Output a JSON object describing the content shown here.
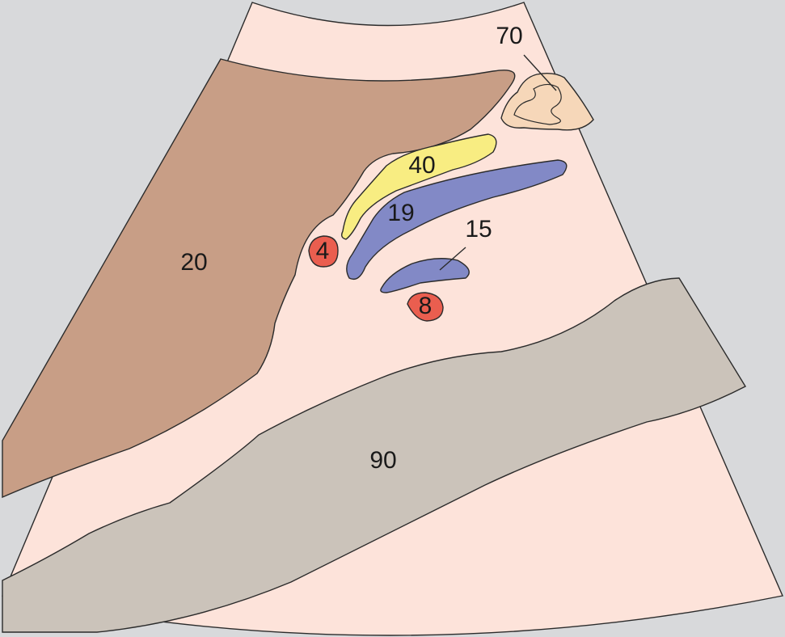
{
  "diagram": {
    "labels": {
      "l20": "20",
      "l90": "90",
      "l40": "40",
      "l19": "19",
      "l15": "15",
      "l4": "4",
      "l8": "8",
      "l70": "70"
    },
    "colors": {
      "background": "#d8d9db",
      "sector": "#fde3da",
      "region_20": "#c89e86",
      "region_90": "#cbc3ba",
      "region_40": "#f8ed82",
      "region_19": "#8289c6",
      "region_15": "#8289c6",
      "region_4": "#ea5e4f",
      "region_8": "#ea5e4f",
      "region_70": "#f6d7b9",
      "outline": "#2b2b2b"
    }
  }
}
